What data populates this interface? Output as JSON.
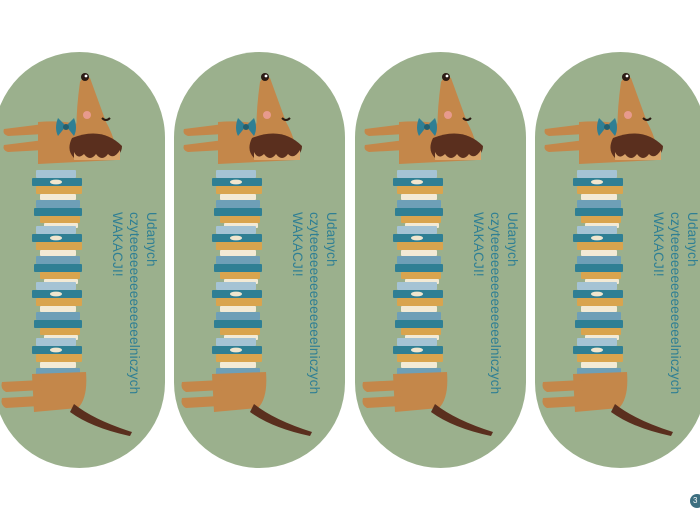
{
  "bookmarks": [
    {
      "line1": "Udanych",
      "line2": "czyteeeeeeeeeeeeeelniczych",
      "line3": "WAKACJI!"
    },
    {
      "line1": "Udanych",
      "line2": "czyteeeeeeeeeeeeeelniczych",
      "line3": "WAKACJI!"
    },
    {
      "line1": "Udanych",
      "line2": "czyteeeeeeeeeeeeeelniczych",
      "line3": "WAKACJI!"
    },
    {
      "line1": "Udanych",
      "line2": "czyteeeeeeeeeeeeeelniczych",
      "line3": "WAKACJI!"
    }
  ],
  "page_number": "3",
  "colors": {
    "bookmark_bg": "#9bb08d",
    "dog_body": "#c4874a",
    "dog_dark": "#5a2f1e",
    "bow": "#2f7f94",
    "text": "#2f7f94"
  },
  "icons": [
    "dachshund-illustration",
    "book-stack-illustration",
    "bow-tie-icon"
  ]
}
